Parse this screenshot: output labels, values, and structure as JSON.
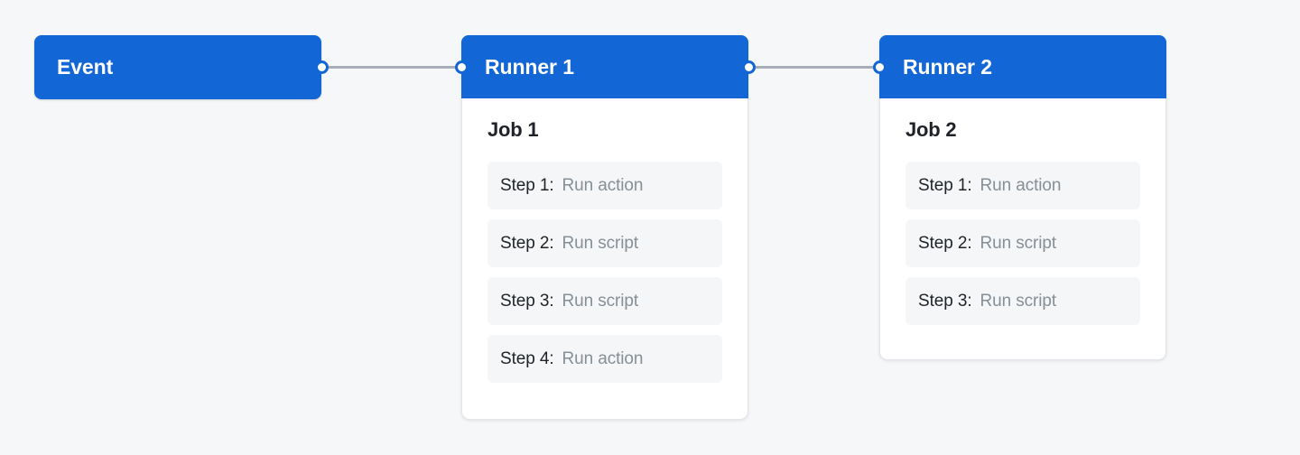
{
  "theme": {
    "background": "#F6F7F9",
    "accent_blue": "#1266D6",
    "card_bg": "#FFFFFF",
    "card_border": "#E3E5E8",
    "step_bg": "#F5F6F7",
    "text_dark": "#1F2328",
    "text_muted": "#868E96",
    "edge_color": "#A8AEB7",
    "port_fill": "#FFFFFF"
  },
  "event": {
    "label": "Event"
  },
  "runners": [
    {
      "title": "Runner 1",
      "job_title": "Job 1",
      "steps": [
        {
          "key": "Step 1:",
          "value": "Run action"
        },
        {
          "key": "Step 2:",
          "value": "Run script"
        },
        {
          "key": "Step 3:",
          "value": "Run script"
        },
        {
          "key": "Step 4:",
          "value": "Run action"
        }
      ]
    },
    {
      "title": "Runner 2",
      "job_title": "Job 2",
      "steps": [
        {
          "key": "Step 1:",
          "value": "Run action"
        },
        {
          "key": "Step 2:",
          "value": "Run script"
        },
        {
          "key": "Step 3:",
          "value": "Run script"
        }
      ]
    }
  ],
  "connectors": [
    {
      "from": "event",
      "to": "runner-1"
    },
    {
      "from": "runner-1",
      "to": "runner-2"
    }
  ]
}
